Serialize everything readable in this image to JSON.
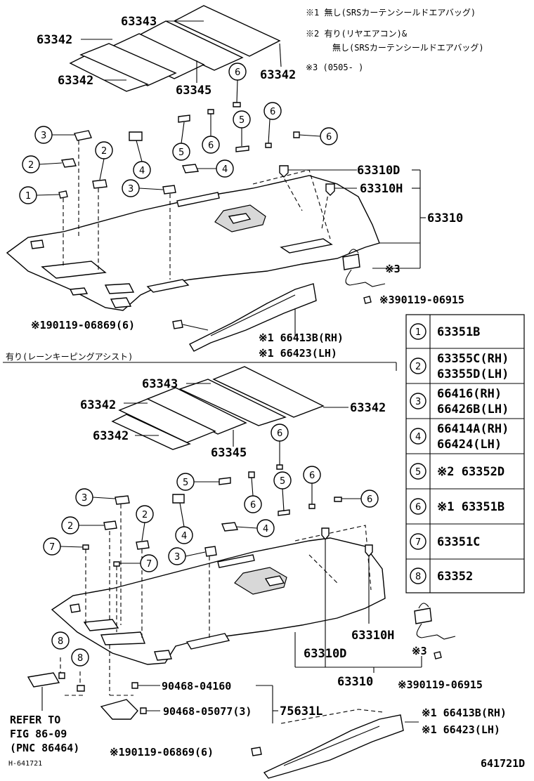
{
  "notes": {
    "n1": "※1  無し(SRSカーテンシールドエアバッグ)",
    "n2a": "※2  有り(リヤエアコン)&",
    "n2b": "無し(SRSカーテンシールドエアバッグ)",
    "n3": "※3  (0505-      )"
  },
  "top": {
    "p63343": "63343",
    "p63342_a": "63342",
    "p63342_b": "63342",
    "p63342_c": "63342",
    "p63345": "63345",
    "p63310D": "63310D",
    "p63310H": "63310H",
    "p63310": "63310",
    "s3": "※3",
    "s3_bolt": "※390119-06915",
    "s1_clip": "※190119-06869(6)",
    "s1_rh": "※1 66413B(RH)",
    "s1_lh": "※1 66423(LH)"
  },
  "section_label": "有り(レーンキーピングアシスト)",
  "bottom": {
    "p63343": "63343",
    "p63342_a": "63342",
    "p63342_b": "63342",
    "p63342_c": "63342",
    "p63345": "63345",
    "p63310H": "63310H",
    "p63310D": "63310D",
    "p63310": "63310",
    "s3": "※3",
    "s3_bolt": "※390119-06915",
    "p90468a": "90468-04160",
    "p90468b": "90468-05077(3)",
    "p75631L": "75631L",
    "s1_rh": "※1 66413B(RH)",
    "s1_lh": "※1 66423(LH)",
    "s1_clip": "※190119-06869(6)",
    "refer1": "REFER TO",
    "refer2": "FIG 86-09",
    "refer3": "(PNC 86464)"
  },
  "legend": [
    {
      "num": "1",
      "line1": "63351B",
      "line2": ""
    },
    {
      "num": "2",
      "line1": "63355C(RH)",
      "line2": "63355D(LH)"
    },
    {
      "num": "3",
      "line1": "66416(RH)",
      "line2": "66426B(LH)"
    },
    {
      "num": "4",
      "line1": "66414A(RH)",
      "line2": "66424(LH)"
    },
    {
      "num": "5",
      "line1": "※2  63352D",
      "line2": ""
    },
    {
      "num": "6",
      "line1": "※1  63351B",
      "line2": ""
    },
    {
      "num": "7",
      "line1": "63351C",
      "line2": ""
    },
    {
      "num": "8",
      "line1": "63352",
      "line2": ""
    }
  ],
  "callouts": {
    "c1": "1",
    "c2": "2",
    "c3": "3",
    "c4": "4",
    "c5": "5",
    "c6": "6",
    "c7": "7",
    "c8": "8"
  },
  "footer": {
    "left_code": "H-641721",
    "right_code": "641721D"
  }
}
